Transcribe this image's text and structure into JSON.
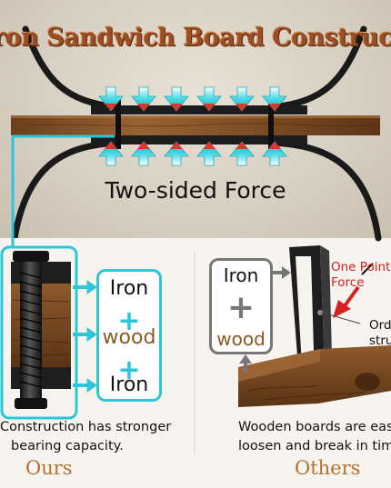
{
  "title": "Iron Sandwich Board Construction",
  "force_label": "Two-sided Force",
  "ours": {
    "box_items": {
      "top": "Iron",
      "plus1": "+",
      "middle": "wood",
      "plus2": "+",
      "bottom": "Iron"
    },
    "caption_line1": "Construction has stronger",
    "caption_line2": "bearing capacity.",
    "label": "Ours"
  },
  "others": {
    "box_items": {
      "top": "Iron",
      "plus": "+",
      "bottom": "wood"
    },
    "callout_line1": "One Point",
    "callout_line2": "Force",
    "ordinary_line1": "Ord",
    "ordinary_line2": "stru",
    "caption_line1": "Wooden boards are eas",
    "caption_line2": "loosen and break in tim",
    "label": "Others"
  },
  "colors": {
    "accent_teal": "#2cc6d6",
    "title_brown": "#9a4e22",
    "wood_brown": "#8a5a22",
    "footer_gold": "#b0722f",
    "callout_red": "#d42020",
    "arrow_red": "#d63a2a",
    "neutral_grey": "#777777"
  }
}
